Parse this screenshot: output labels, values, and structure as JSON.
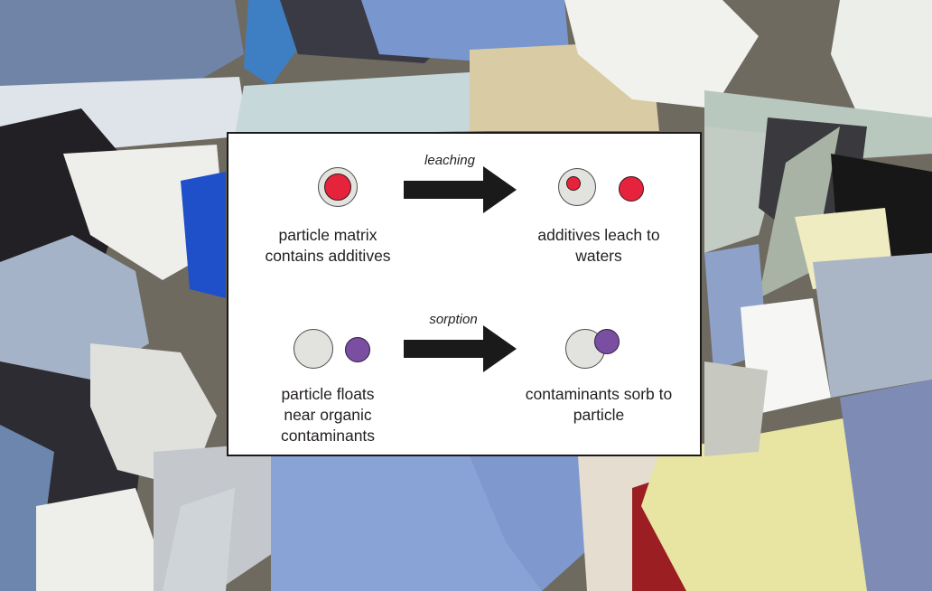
{
  "colors": {
    "particle_fill": "#e2e3df",
    "additive_fill": "#e6233d",
    "contaminant_fill": "#7a4ea1",
    "arrow": "#1a1a1a",
    "text": "#231f20"
  },
  "diagram": {
    "leaching": {
      "process_label": "leaching",
      "before_label": "particle matrix\ncontains additives",
      "after_label": "additives leach to\nwaters"
    },
    "sorption": {
      "process_label": "sorption",
      "before_label": "particle floats\nnear organic\ncontaminants",
      "after_label": "contaminants sorb to\nparticle"
    }
  }
}
